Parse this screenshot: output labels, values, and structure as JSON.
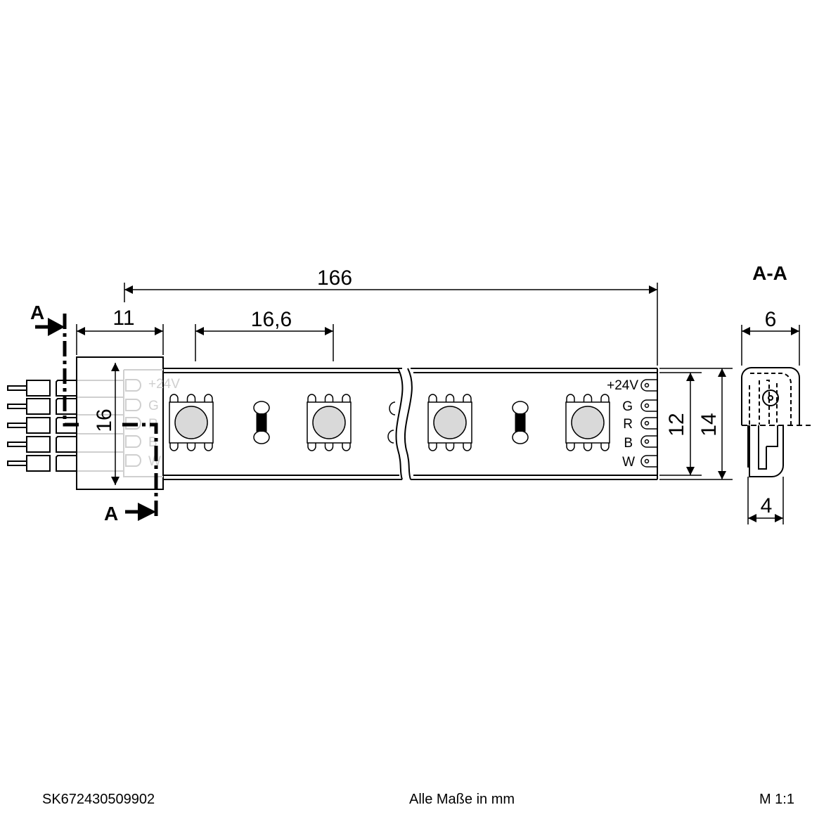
{
  "dimensions": {
    "total_length": "166",
    "connector_length": "11",
    "led_pitch": "16,6",
    "connector_height": "16",
    "strip_inner_width": "12",
    "strip_outer_width": "14",
    "section_width": "6",
    "section_bottom_width": "4"
  },
  "section": {
    "title": "A-A",
    "cut_label_top": "A",
    "cut_label_bottom": "A"
  },
  "pads": [
    "+24V",
    "G",
    "R",
    "B",
    "W"
  ],
  "footer": {
    "article_number": "SK672430509902",
    "note": "Alle Maße in mm",
    "scale": "M 1:1"
  },
  "colors": {
    "led_lens": "#d9d9d9",
    "ghost": "#cfcfcf"
  }
}
